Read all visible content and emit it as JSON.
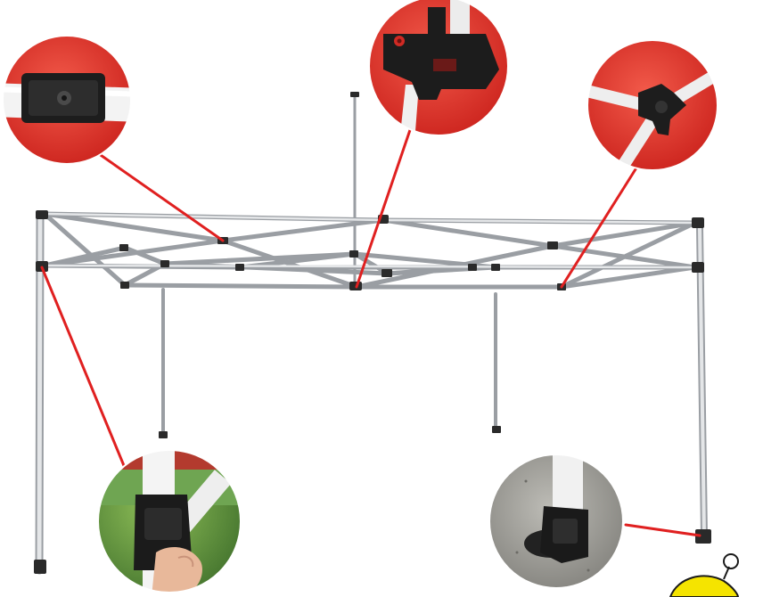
{
  "scene": {
    "subject": "pop-up-canopy-frame",
    "callouts": [
      {
        "name": "top-left-truss-bracket-callout",
        "detail": "sliding-bracket"
      },
      {
        "name": "center-top-hub-callout",
        "detail": "center-connector"
      },
      {
        "name": "top-right-truss-joint-callout",
        "detail": "scissor-joint"
      },
      {
        "name": "leg-slider-callout",
        "detail": "push-button-slider"
      },
      {
        "name": "foot-plate-callout",
        "detail": "foot-base"
      }
    ],
    "colors": {
      "background": "#ffffff",
      "frame": "#d8dadd",
      "frame_edge": "#8d9196",
      "joint": "#2a2a2a",
      "leader_line": "#e02020",
      "canopy_red": "#e8332a",
      "logo_yellow": "#f5e400"
    }
  }
}
